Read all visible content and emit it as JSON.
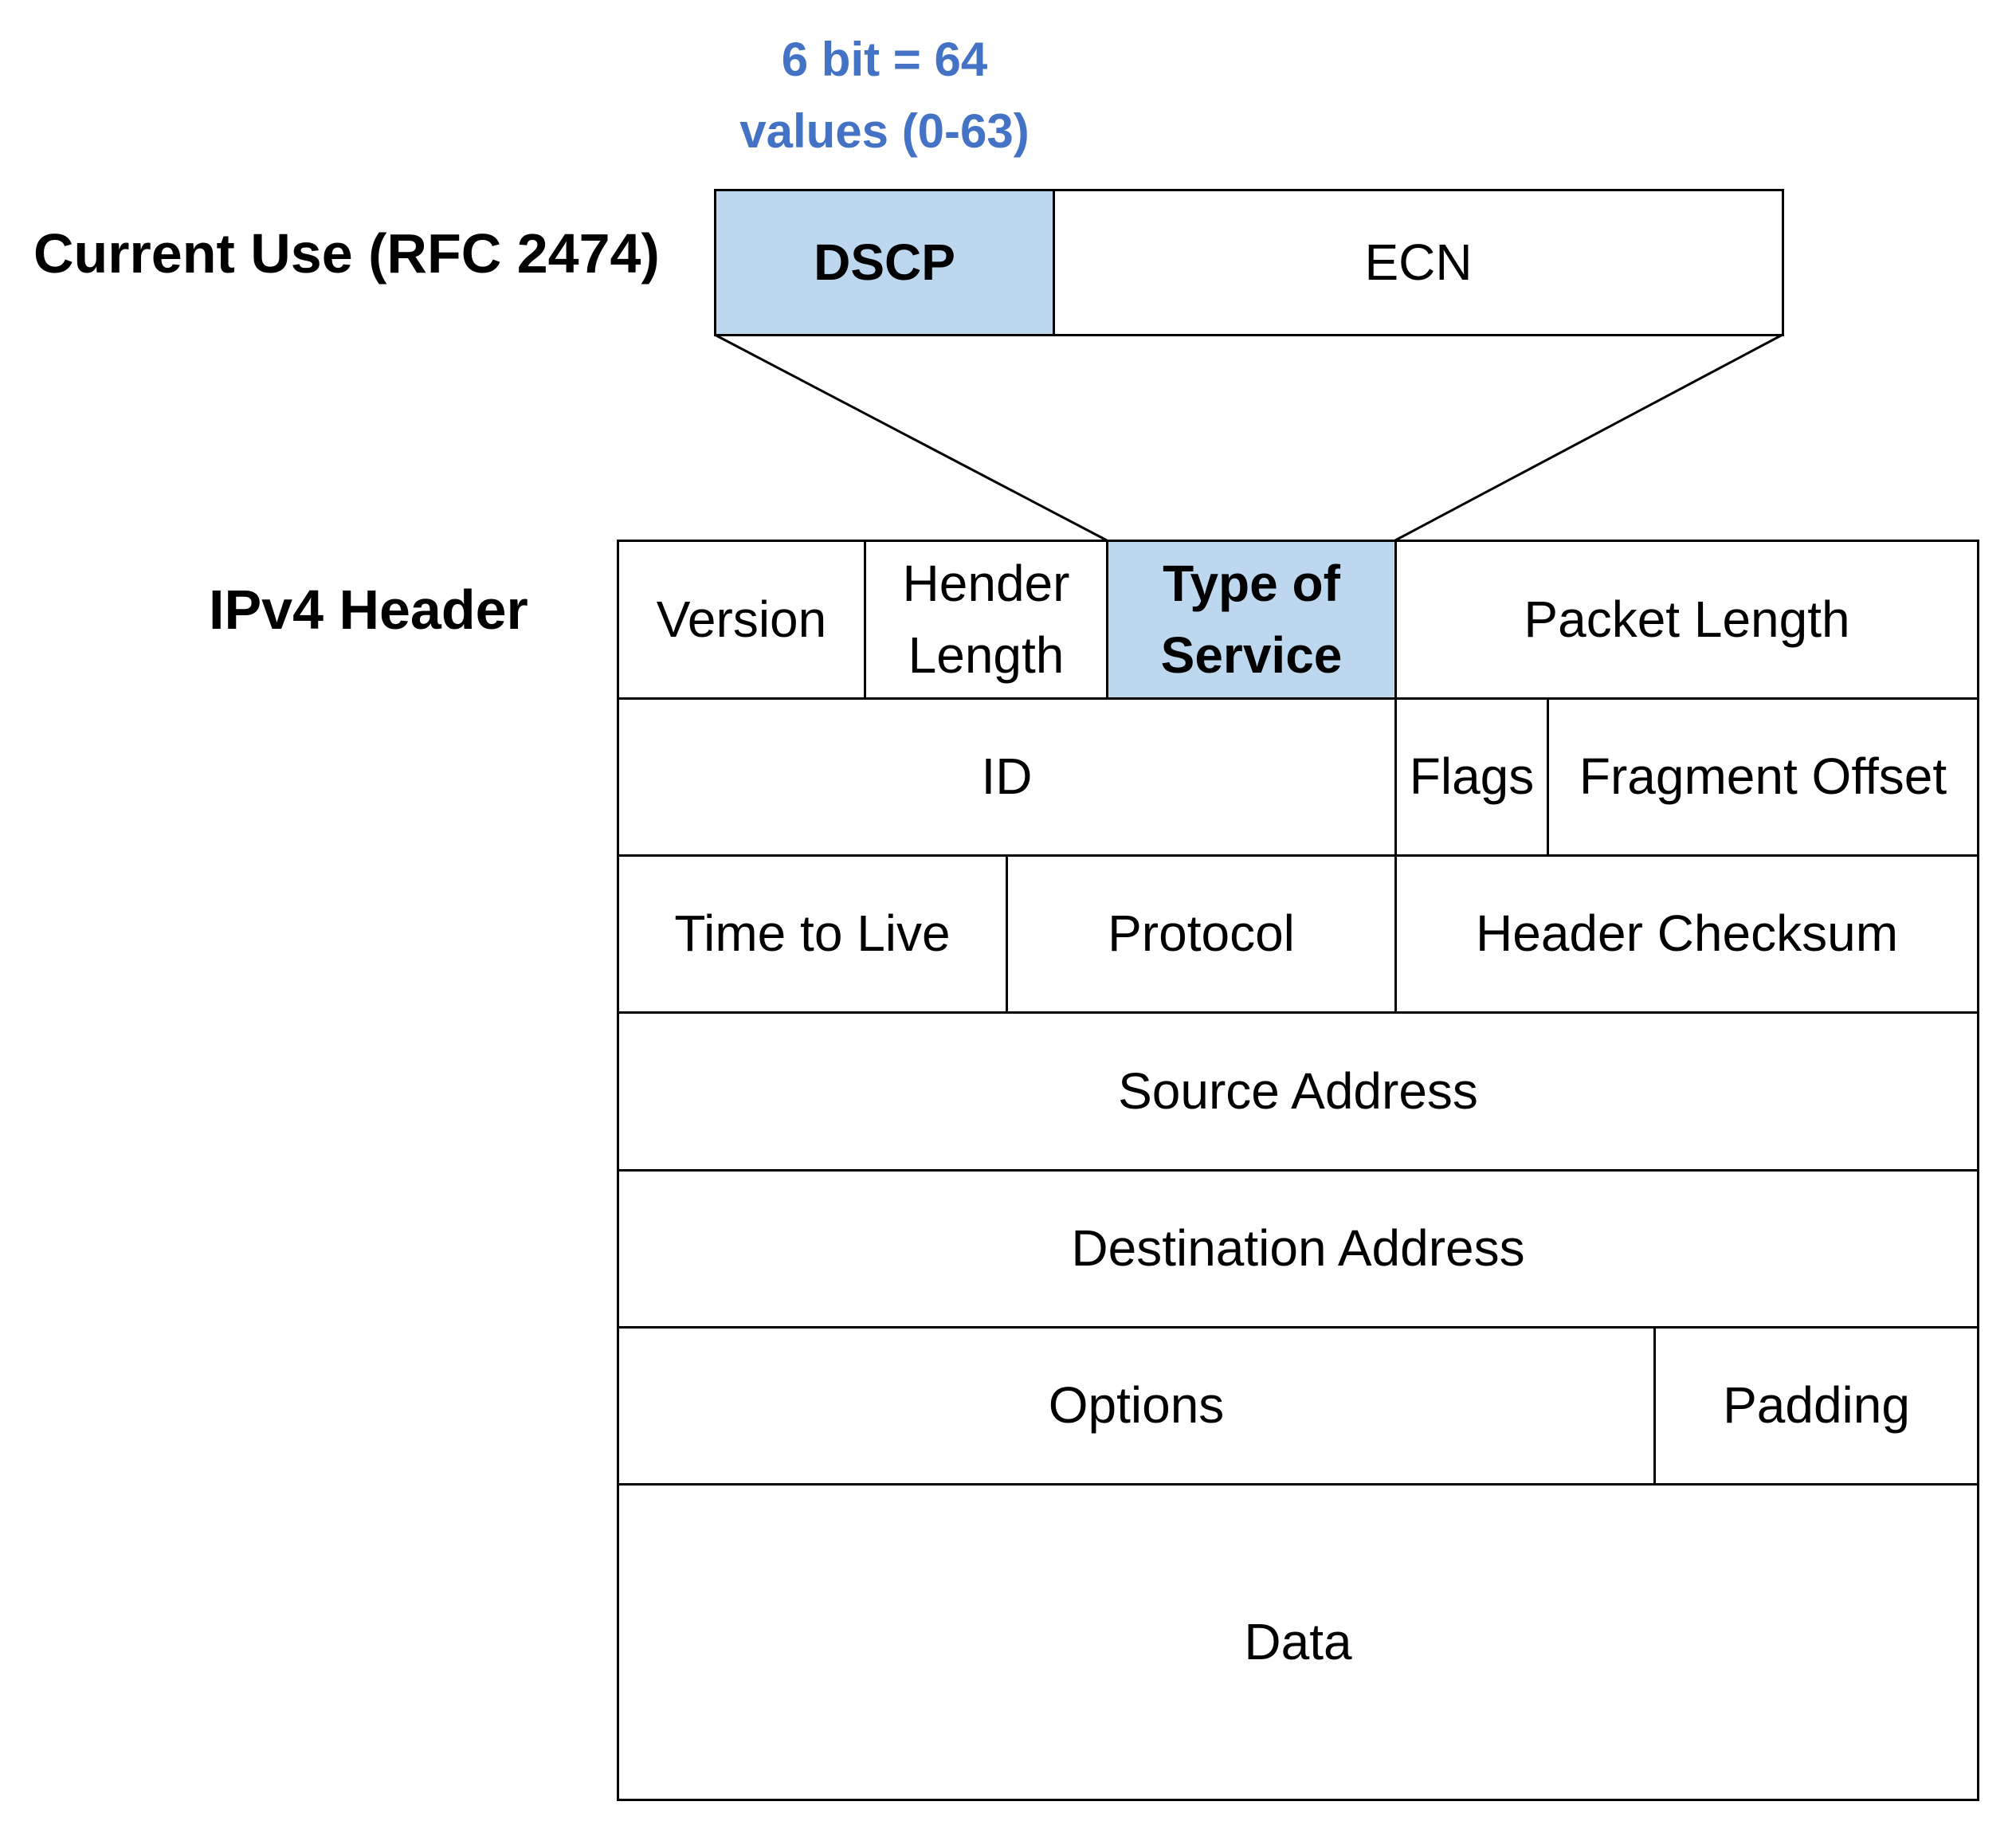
{
  "colors": {
    "highlight": "#bdd7ee",
    "note_text": "#4472c4",
    "border": "#000000"
  },
  "bit_note": {
    "line1": "6 bit = 64",
    "line2": "values (0-63)"
  },
  "current_use": {
    "label": "Current Use (RFC 2474)",
    "dscp": "DSCP",
    "ecn": "ECN"
  },
  "ipv4": {
    "label": "IPv4 Header",
    "version": "Version",
    "header_length": {
      "line1": "Hender",
      "line2": "Length"
    },
    "type_of_service": {
      "line1": "Type of",
      "line2": "Service"
    },
    "packet_length": "Packet Length",
    "id": "ID",
    "flags": "Flags",
    "fragment_offset": "Fragment Offset",
    "time_to_live": "Time to Live",
    "protocol": "Protocol",
    "header_checksum": "Header Checksum",
    "source_address": "Source Address",
    "destination_address": "Destination Address",
    "options": "Options",
    "padding": "Padding",
    "data": "Data"
  }
}
